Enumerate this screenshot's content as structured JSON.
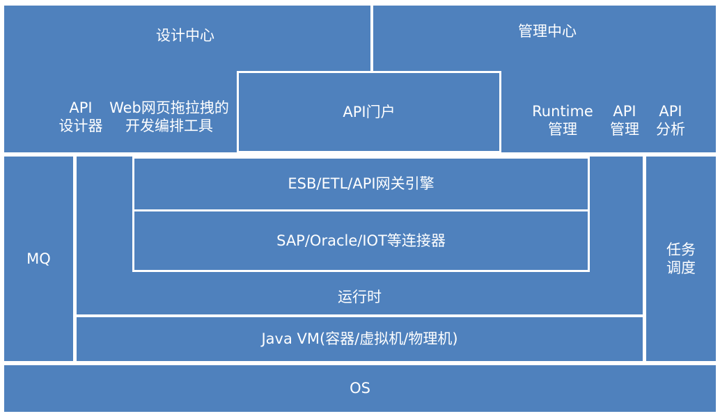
{
  "design_center": {
    "title": "设计中心",
    "api_designer": [
      "API",
      "设计器"
    ],
    "web_tool": [
      "Web网页拖拉拽的",
      "开发编排工具"
    ]
  },
  "management_center": {
    "title": "管理中心",
    "runtime_mgmt": [
      "Runtime",
      "管理"
    ],
    "api_mgmt": [
      "API",
      "管理"
    ],
    "api_analysis": [
      "API",
      "分析"
    ]
  },
  "api_portal": "API门户",
  "mq": "MQ",
  "task_scheduling": [
    "任务",
    "调度"
  ],
  "engine": "ESB/ETL/API网关引擎",
  "connectors": "SAP/Oracle/IOT等连接器",
  "runtime": "运行时",
  "jvm": "Java VM(容器/虚拟机/物理机)",
  "os": "OS",
  "colors": {
    "block_fill": "#4f81bd",
    "text": "#ffffff",
    "border": "#ffffff"
  }
}
